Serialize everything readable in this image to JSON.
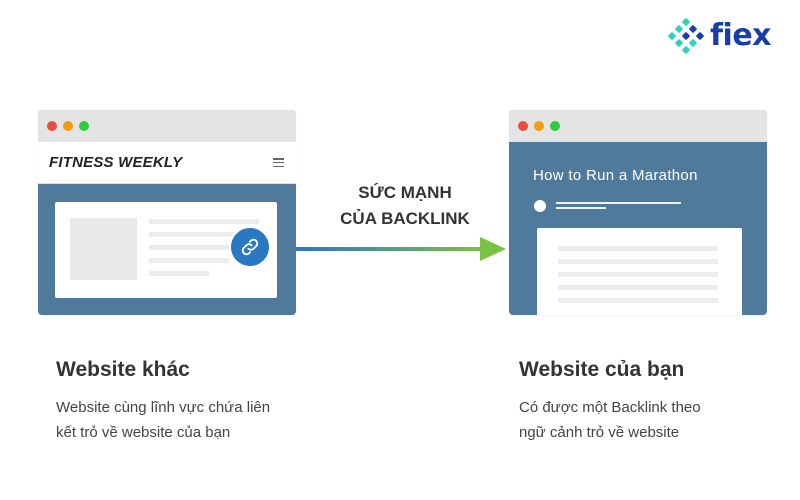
{
  "logo": {
    "text": "fiex",
    "colors": {
      "teal": "#2fd1b8",
      "blue": "#1a3ea8"
    }
  },
  "center": {
    "label_line1": "SỨC MẠNH",
    "label_line2": "CỦA BACKLINK",
    "arrow_gradient": [
      "#2b78c2",
      "#7cc242"
    ]
  },
  "left_browser": {
    "site_title": "FITNESS WEEKLY",
    "icons": [
      "menu-icon",
      "link-icon"
    ],
    "theme_color": "#4f7a9c",
    "link_badge_color": "#2b78c2"
  },
  "right_browser": {
    "article_title": "How to Run a Marathon",
    "theme_color": "#4f7a9c"
  },
  "left_caption": {
    "title": "Website khác",
    "desc_line1": "Website cùng lĩnh vực chứa liên",
    "desc_line2": "kết trỏ về website của bạn"
  },
  "right_caption": {
    "title": "Website của bạn",
    "desc_line1": "Có được một Backlink theo",
    "desc_line2": "ngữ cảnh trỏ về website"
  }
}
